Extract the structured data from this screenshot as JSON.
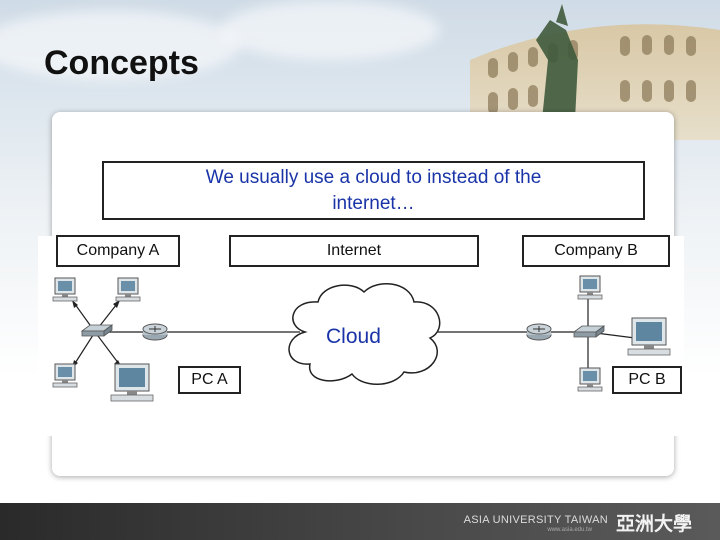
{
  "slide": {
    "title": "Concepts",
    "caption": "We usually use a cloud to instead of the internet…",
    "labels": {
      "company_a": "Company A",
      "internet": "Internet",
      "company_b": "Company B",
      "cloud": "Cloud",
      "pc_a": "PC A",
      "pc_b": "PC B"
    }
  },
  "footer": {
    "university": "ASIA UNIVERSITY TAIWAN",
    "website": "www.asia.edu.tw",
    "logo_text": "亞洲大學"
  },
  "colors": {
    "caption_text": "#1a34a8",
    "footer_bg": "#3a3a3a"
  }
}
